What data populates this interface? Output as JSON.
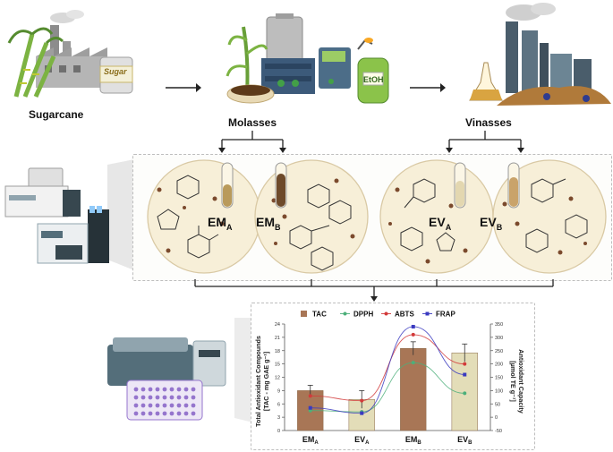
{
  "stages": {
    "sugarcane": "Sugarcane",
    "molasses": "Molasses",
    "vinasses": "Vinasses",
    "sugar_can": "Sugar",
    "etoh_bottle": "EtOH"
  },
  "samples": [
    {
      "main": "EM",
      "sub": "A"
    },
    {
      "main": "EM",
      "sub": "B"
    },
    {
      "main": "EV",
      "sub": "A"
    },
    {
      "main": "EV",
      "sub": "B"
    }
  ],
  "colors": {
    "tac_dark": "#a87656",
    "tac_light": "#e3ddb8",
    "dpph": "#4caf7a",
    "abts": "#d23a3a",
    "frap": "#3a3ac0",
    "circle_fill": "#f7efd8",
    "circle_stroke": "#d9c9a4",
    "panel_border": "#bdbdbd"
  },
  "chart_data": {
    "type": "bar",
    "categories": [
      "EMA",
      "EVA",
      "EMB",
      "EVB"
    ],
    "category_labels": [
      {
        "main": "EM",
        "sub": "A"
      },
      {
        "main": "EV",
        "sub": "A"
      },
      {
        "main": "EM",
        "sub": "B"
      },
      {
        "main": "EV",
        "sub": "B"
      }
    ],
    "legend": [
      {
        "name": "TAC",
        "kind": "bar"
      },
      {
        "name": "DPPH",
        "kind": "line",
        "color": "#4caf7a"
      },
      {
        "name": "ABTS",
        "kind": "line",
        "color": "#d23a3a"
      },
      {
        "name": "FRAP",
        "kind": "line",
        "color": "#3a3ac0"
      }
    ],
    "bars": {
      "name": "TAC",
      "values": [
        9,
        7,
        18.5,
        17.5
      ],
      "errors": [
        1.2,
        2.0,
        1.5,
        2.0
      ]
    },
    "series": [
      {
        "name": "DPPH",
        "axis": "right",
        "values": [
          25,
          20,
          205,
          90
        ]
      },
      {
        "name": "ABTS",
        "axis": "right",
        "values": [
          80,
          62,
          310,
          200
        ]
      },
      {
        "name": "FRAP",
        "axis": "right",
        "values": [
          35,
          15,
          340,
          160
        ]
      }
    ],
    "ylabel_left": "Total Antioxidant Compounds\n[TAC - mg GAE g⁻¹]",
    "ylabel_right": "Antioxidant Capacity\n[µmol TE g⁻¹]",
    "ylim_left": [
      0,
      24
    ],
    "ylim_right": [
      -50,
      350
    ],
    "yticks_left": [
      0,
      3,
      6,
      9,
      12,
      15,
      18,
      21,
      24
    ],
    "yticks_right": [
      -50,
      0,
      50,
      100,
      150,
      200,
      250,
      300,
      350
    ]
  }
}
